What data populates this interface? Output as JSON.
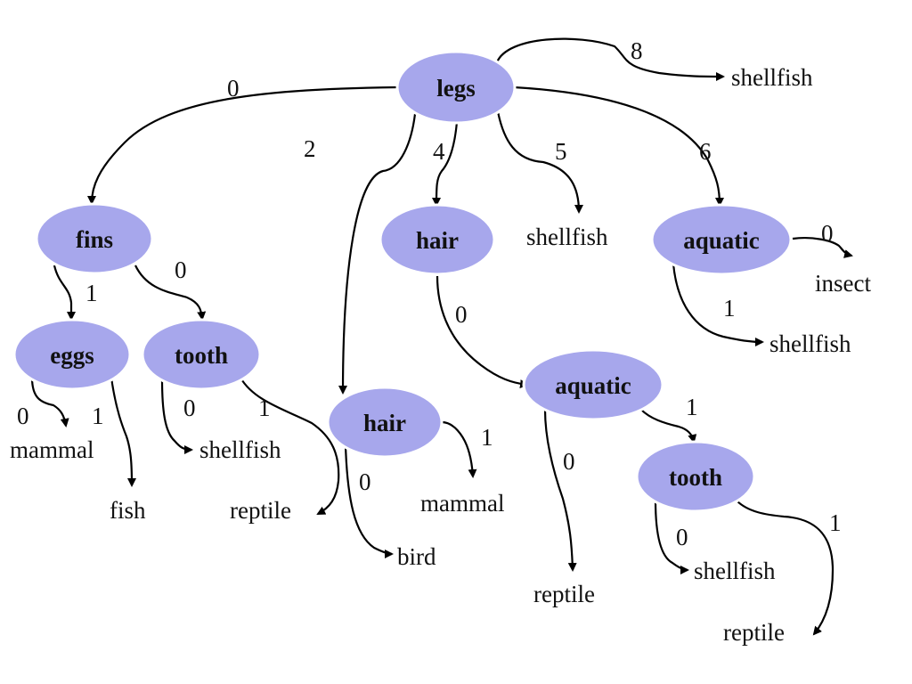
{
  "colors": {
    "node_fill": "#a7a7ec",
    "node_outline": "#ffffff",
    "edge": "#000000",
    "text": "#111111"
  },
  "nodes": {
    "legs": "legs",
    "fins": "fins",
    "hair_a": "hair",
    "aquatic_a": "aquatic",
    "eggs": "eggs",
    "tooth_a": "tooth",
    "hair_b": "hair",
    "aquatic_b": "aquatic",
    "tooth_b": "tooth"
  },
  "leaves": {
    "legs_8": "shellfish",
    "legs_5": "shellfish",
    "aquatic_a_0": "insect",
    "aquatic_a_1": "shellfish",
    "eggs_0": "mammal",
    "eggs_1": "fish",
    "tooth_a_0": "shellfish",
    "tooth_a_1": "reptile",
    "hair_b_1": "mammal",
    "hair_b_0": "bird",
    "aquatic_b_0": "reptile",
    "tooth_b_0": "shellfish",
    "tooth_b_1": "reptile"
  },
  "edge_labels": {
    "legs_0": "0",
    "legs_2": "2",
    "legs_4": "4",
    "legs_5": "5",
    "legs_6": "6",
    "legs_8": "8",
    "fins_1": "1",
    "fins_0": "0",
    "hair_a_0": "0",
    "aquatic_a_0": "0",
    "aquatic_a_1": "1",
    "eggs_0": "0",
    "eggs_1": "1",
    "tooth_a_0": "0",
    "tooth_a_1": "1",
    "hair_b_1": "1",
    "hair_b_0": "0",
    "aquatic_b_0": "0",
    "aquatic_b_1": "1",
    "tooth_b_0": "0",
    "tooth_b_1": "1"
  }
}
